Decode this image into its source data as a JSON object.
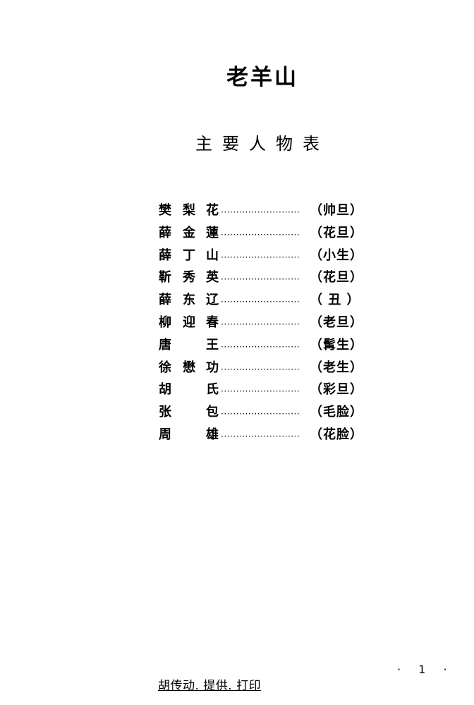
{
  "title": "老羊山",
  "subtitle": "主要人物表",
  "cast": [
    {
      "name": [
        "樊",
        "梨",
        "花"
      ],
      "role": "（帅旦）"
    },
    {
      "name": [
        "薛",
        "金",
        "蓮"
      ],
      "role": "（花旦）"
    },
    {
      "name": [
        "薛",
        "丁",
        "山"
      ],
      "role": "（小生）"
    },
    {
      "name": [
        "靳",
        "秀",
        "英"
      ],
      "role": "（花旦）"
    },
    {
      "name": [
        "薛",
        "东",
        "辽"
      ],
      "role": "（ 丑 ）"
    },
    {
      "name": [
        "柳",
        "迎",
        "春"
      ],
      "role": "（老旦）"
    },
    {
      "name": [
        "唐",
        "",
        "王"
      ],
      "role": "（髯生）"
    },
    {
      "name": [
        "徐",
        "懋",
        "功"
      ],
      "role": "（老生）"
    },
    {
      "name": [
        "胡",
        "",
        "氏"
      ],
      "role": "（彩旦）"
    },
    {
      "name": [
        "张",
        "",
        "包"
      ],
      "role": "（毛脸）"
    },
    {
      "name": [
        "周",
        "",
        "雄"
      ],
      "role": "（花脸）"
    }
  ],
  "leader": "··························",
  "credit": "胡传动. 提供. 打印",
  "page_number": "· 1 ·"
}
